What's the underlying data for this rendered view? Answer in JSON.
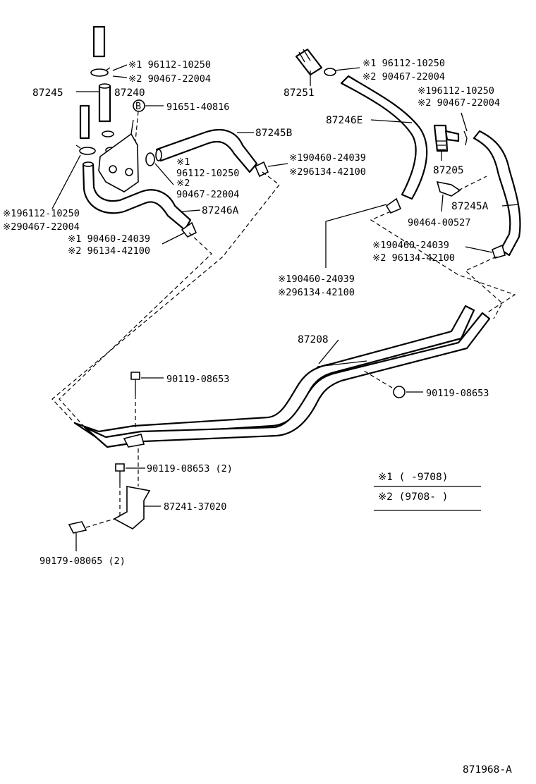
{
  "labels": {
    "a1": "※1  96112-10250",
    "a2": "※2  90467-22004",
    "p87245": "87245",
    "p87240": "87240",
    "p91651": "91651-40816",
    "bmark": "B",
    "p87245b": "87245B",
    "mid_k1": "※1",
    "mid_n1": "96112-10250",
    "mid_k2": "※2",
    "mid_n2": "90467-22004",
    "c1": "※190460-24039",
    "c2": "※296134-42100",
    "lft1": "※196112-10250",
    "lft2": "※290467-22004",
    "p87246a": "87246A",
    "d1": "※1 90460-24039",
    "d2": "※2 96134-42100",
    "p87251": "87251",
    "e1": "※1 96112-10250",
    "e2": "※2 90467-22004",
    "p87246e": "87246E",
    "f1": "※196112-10250",
    "f2": "※2 90467-22004",
    "p87205": "87205",
    "p87245a": "87245A",
    "p90464": "90464-00527",
    "g1": "※190460-24039",
    "g2": "※2 96134-42100",
    "h1": "※190460-24039",
    "h2": "※296134-42100",
    "p87208": "87208",
    "bolt1": "90119-08653",
    "bolt2": "90119-08653",
    "bolt3": "90119-08653 (2)",
    "bracket": "87241-37020",
    "nut": "90179-08065 (2)",
    "legend1": "※1 (      -9708)",
    "legend2": "※2 (9708-      )",
    "ref": "871968-A"
  }
}
